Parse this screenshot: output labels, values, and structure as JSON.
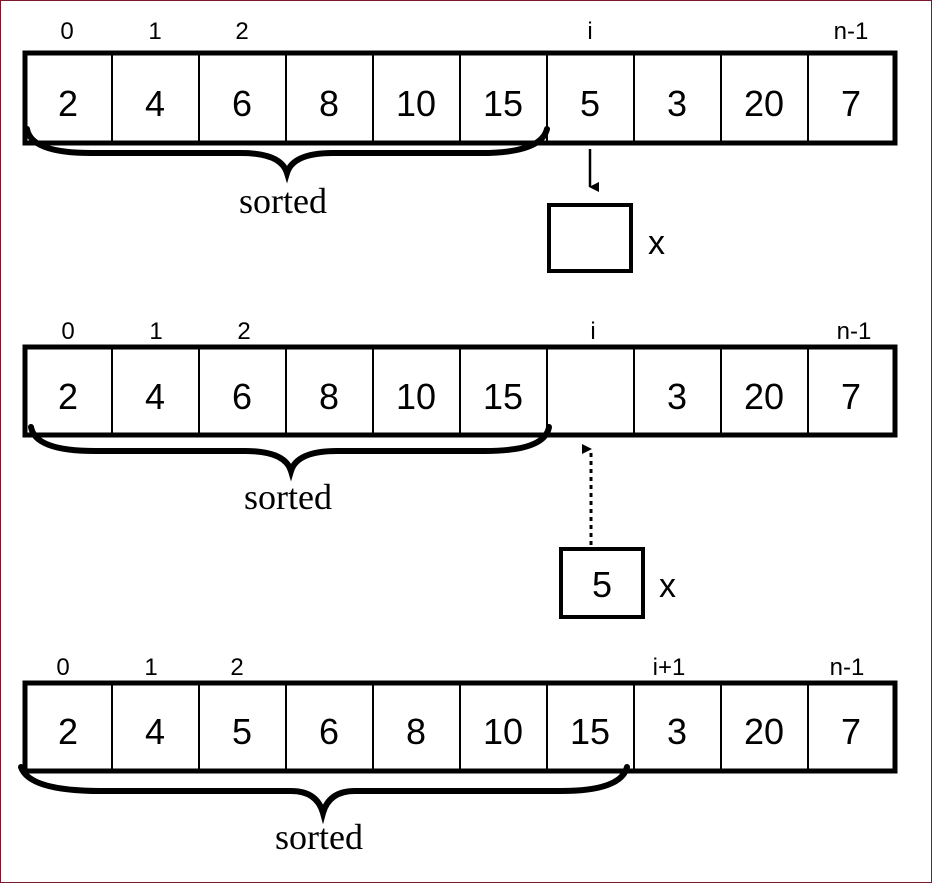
{
  "panels": [
    {
      "index_labels": [
        "0",
        "1",
        "2",
        "i",
        "n-1"
      ],
      "cells": [
        "2",
        "4",
        "6",
        "8",
        "10",
        "15",
        "5",
        "3",
        "20",
        "7"
      ],
      "sorted_label": "sorted",
      "x_box_value": "",
      "x_label": "x",
      "arrow_style": "solid-down"
    },
    {
      "index_labels": [
        "0",
        "1",
        "2",
        "i",
        "n-1"
      ],
      "cells": [
        "2",
        "4",
        "6",
        "8",
        "10",
        "15",
        "",
        "3",
        "20",
        "7"
      ],
      "sorted_label": "sorted",
      "x_box_value": "5",
      "x_label": "x",
      "arrow_style": "dotted-up"
    },
    {
      "index_labels": [
        "0",
        "1",
        "2",
        "i+1",
        "n-1"
      ],
      "cells": [
        "2",
        "4",
        "5",
        "6",
        "8",
        "10",
        "15",
        "3",
        "20",
        "7"
      ],
      "sorted_label": "sorted"
    }
  ],
  "colors": {
    "frame": "#7a1a2a",
    "ink": "#000000"
  }
}
